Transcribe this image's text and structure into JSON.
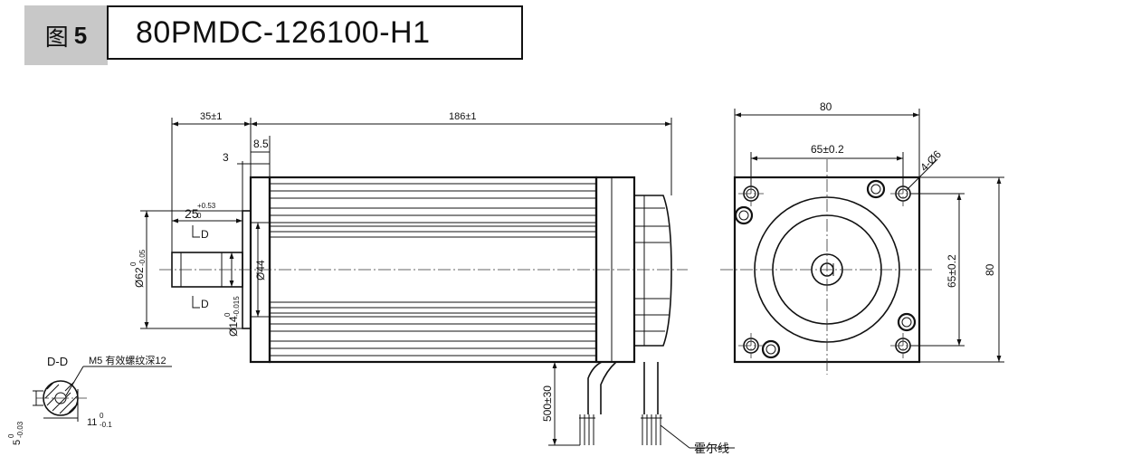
{
  "figure": {
    "label": "图",
    "number": "5",
    "model": "80PMDC-126100-H1"
  },
  "dims": {
    "flange_len": "35±1",
    "body_len": "186±1",
    "d_8_5": "8.5",
    "d_3": "3",
    "shaft_len_main": "25",
    "shaft_len_upper": "+0.53",
    "shaft_len_lower": "0",
    "d_cut_top": "D",
    "d_cut_bottom": "D",
    "pilot_main": "Ø62",
    "pilot_upper": "0",
    "pilot_lower": "-0.05",
    "boss": "Ø44",
    "shaft_main": "Ø14",
    "shaft_upper": "0",
    "shaft_lower": "-0.015",
    "cable_len": "500±30",
    "hall_wire": "霍尔线",
    "section_title": "D-D",
    "thread_note": "M5 有效螺纹深12",
    "key_main": "5",
    "key_upper": "0",
    "key_lower": "-0.03",
    "flat_main": "11",
    "flat_upper": "0",
    "flat_lower": "-0.1",
    "face_width": "80",
    "face_height": "80",
    "hole_pitch_h": "65±0.2",
    "hole_pitch_v": "65±0.2",
    "holes": "4-Ø6"
  }
}
